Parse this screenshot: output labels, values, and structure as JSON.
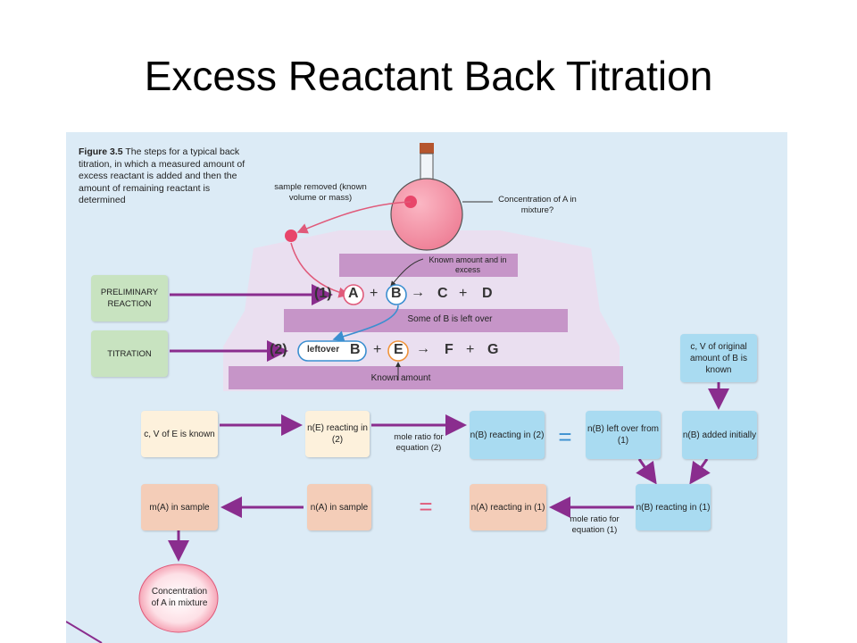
{
  "title": "Excess Reactant Back Titration",
  "caption": {
    "label": "Figure 3.5",
    "text": "The steps for a typical back titration, in which a measured amount of excess reactant is added and then the amount of remaining reactant is determined"
  },
  "flask": {
    "sample_removed": "sample removed (known volume or mass)",
    "concentration_question": "Concentration of A in mixture?"
  },
  "pyramid": {
    "known_excess": "Known amount and in excess",
    "reaction1": {
      "num": "(1)",
      "a": "A",
      "plus1": "+",
      "b": "B",
      "arrow": "→",
      "c": "C",
      "plus2": "+",
      "d": "D"
    },
    "some_left": "Some of B is left over",
    "reaction2": {
      "num": "(2)",
      "leftover": "leftover",
      "b": "B",
      "plus1": "+",
      "e": "E",
      "arrow": "→",
      "f": "F",
      "plus2": "+",
      "g": "G"
    },
    "known_amount": "Known amount"
  },
  "side_labels": {
    "preliminary": "PRELIMINARY REACTION",
    "titration": "TITRATION"
  },
  "flow": {
    "cv_e": "c, V of E is known",
    "n_e_reacting": "n(E) reacting in (2)",
    "mole_ratio_2": "mole ratio for equation (2)",
    "n_b_reacting_2": "n(B) reacting in (2)",
    "equals1": "=",
    "n_b_leftover": "n(B) left over from (1)",
    "n_b_added": "n(B) added initially",
    "cv_b": "c, V of original amount of B is known",
    "n_b_reacting_1": "n(B) reacting in (1)",
    "mole_ratio_1": "mole ratio for equation (1)",
    "n_a_reacting_1": "n(A) reacting in (1)",
    "equals2": "=",
    "n_a_sample": "n(A) in sample",
    "m_a_sample": "m(A) in sample",
    "conc_a": "Concentration of A in mixture"
  }
}
